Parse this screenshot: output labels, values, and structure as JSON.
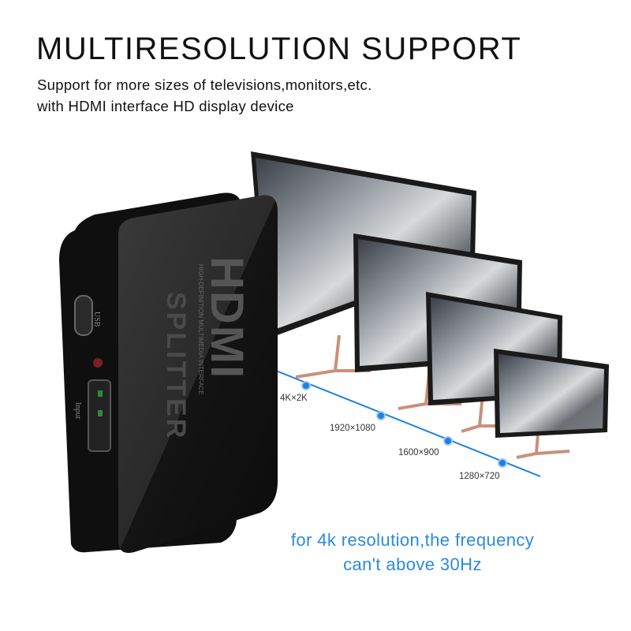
{
  "header": {
    "title": "MULTIRESOLUTION SUPPORT",
    "subtitle_line1": "Support for more sizes of televisions,monitors,etc.",
    "subtitle_line2": "with HDMI interface HD display device"
  },
  "device": {
    "brand": "HDMI",
    "product": "SPLITTER",
    "tagline": "HIGH-DEFINITION MULTIMEDIA INTERFACE",
    "port_usb_label": "USB",
    "port_input_label": "Input"
  },
  "resolutions": [
    "4K×2K",
    "1920×1080",
    "1600×900",
    "1280×720"
  ],
  "note": {
    "line1": "for 4k resolution,the frequency",
    "line2": "can't above 30Hz"
  },
  "colors": {
    "accent": "#2a8be0",
    "line": "#1e7fe0",
    "device": "#151515",
    "stand": "#c9907a"
  }
}
